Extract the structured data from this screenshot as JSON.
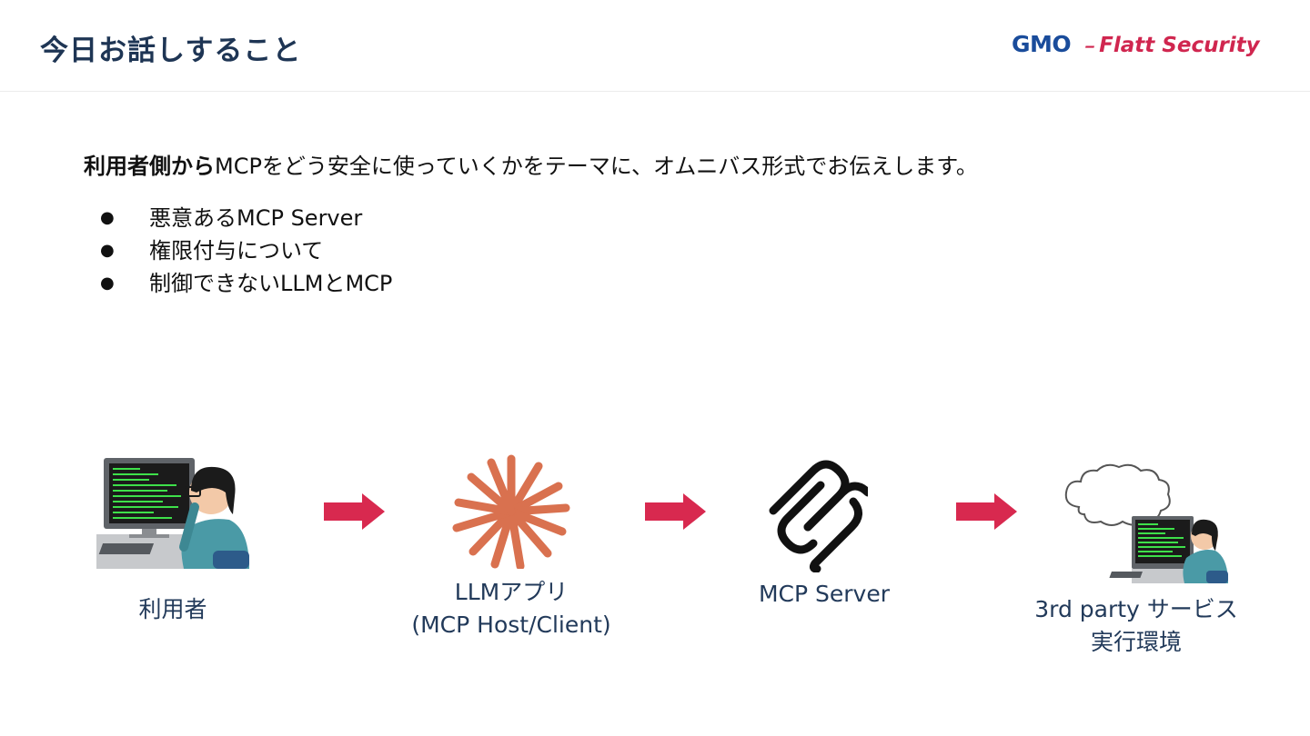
{
  "header": {
    "title": "今日お話しすること",
    "logo": {
      "gmo": "GMO",
      "flatt": "Flatt Security"
    }
  },
  "body": {
    "lead_bold": "利用者側から",
    "lead_rest": "MCPをどう安全に使っていくかをテーマに、オムニバス形式でお伝えします。",
    "bullets": [
      {
        "mark": "●",
        "text": "悪意あるMCP Server"
      },
      {
        "mark": "●",
        "text": "権限付与について"
      },
      {
        "mark": "●",
        "text": "制御できないLLMとMCP"
      }
    ]
  },
  "flow": {
    "user": {
      "label": "利用者",
      "icon": "person-at-computer-icon"
    },
    "llm": {
      "line1": "LLMアプリ",
      "line2": "(MCP Host/Client)",
      "icon": "llm-starburst-icon"
    },
    "mcp": {
      "label": "MCP Server",
      "icon": "mcp-logo-icon"
    },
    "third": {
      "line1": "3rd party サービス",
      "line2": "実行環境",
      "icon": "cloud-and-operator-icon"
    },
    "arrow_color": "#d8294f",
    "llm_color": "#d9714f"
  }
}
